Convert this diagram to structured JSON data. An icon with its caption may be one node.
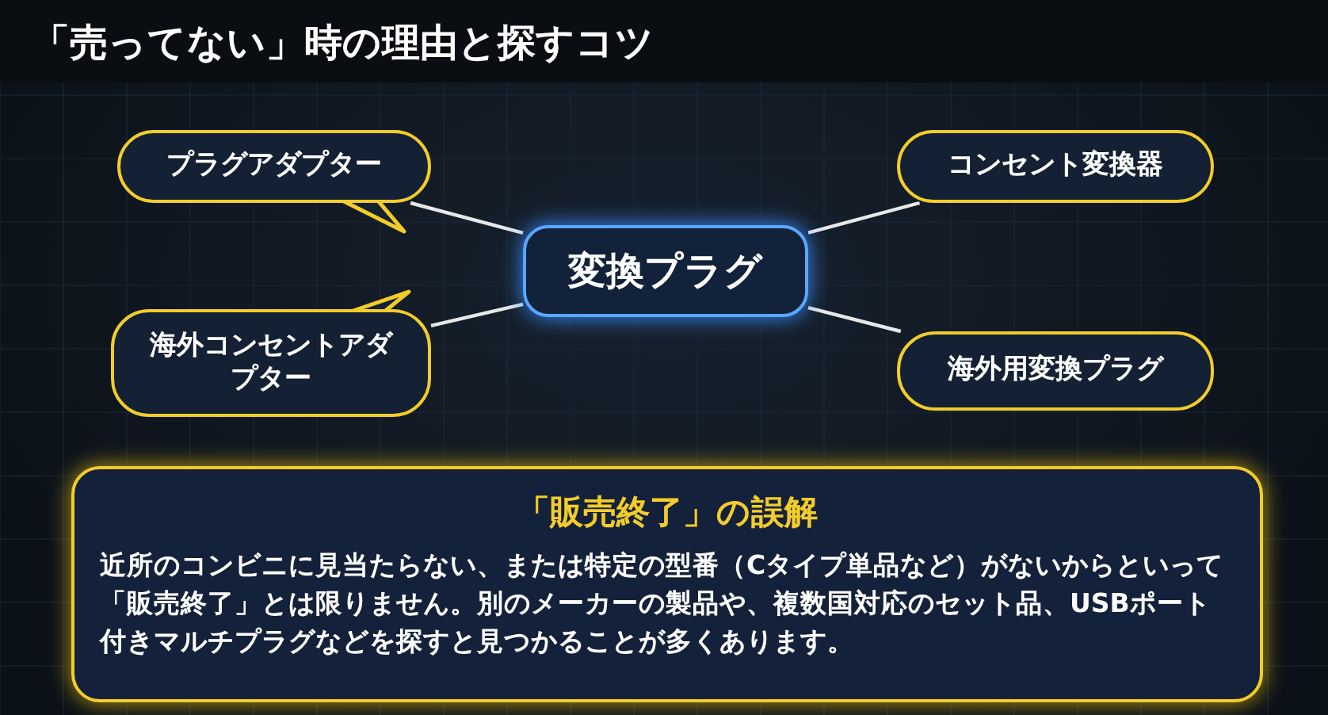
{
  "diagram": {
    "title": "「売ってない」時の理由と探すコツ",
    "nodes": [
      {
        "text": [
          "変換プラグ"
        ]
      },
      {
        "text": [
          "プラグアダプター"
        ]
      },
      {
        "text": [
          "コンセント変換器"
        ]
      },
      {
        "text": [
          "海外コンセントアダプター"
        ]
      },
      {
        "text": [
          "海外用変換プラグ"
        ]
      },
      {
        "text": [
          "「販売終了」の誤解",
          "近所のコンビニに見当たらない、または特定の型番（Cタイプ単品など）がないからといって「販売終了」とは限りません。別のメーカーの製品や、複数国対応のセット品、USBポート付きマルチプラグなどを探すと見つかることが多くあります。"
        ]
      }
    ],
    "edges": [
      {
        "from": 0,
        "to": 1,
        "arrow": "none"
      },
      {
        "from": 0,
        "to": 2,
        "arrow": "none"
      },
      {
        "from": 0,
        "to": 3,
        "arrow": "none"
      },
      {
        "from": 0,
        "to": 4,
        "arrow": "none"
      }
    ]
  }
}
